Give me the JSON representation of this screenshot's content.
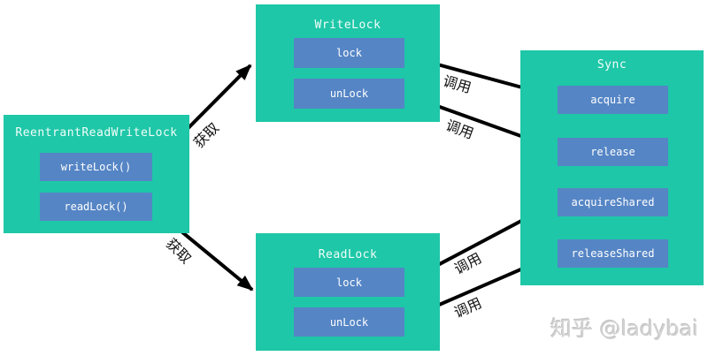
{
  "diagram": {
    "boxes": {
      "reentrant": {
        "title": "ReentrantReadWriteLock",
        "methods": [
          "writeLock()",
          "readLock()"
        ]
      },
      "writelock": {
        "title": "WriteLock",
        "methods": [
          "lock",
          "unLock"
        ]
      },
      "readlock": {
        "title": "ReadLock",
        "methods": [
          "lock",
          "unLock"
        ]
      },
      "sync": {
        "title": "Sync",
        "methods": [
          "acquire",
          "release",
          "acquireShared",
          "releaseShared"
        ]
      }
    },
    "edges": [
      {
        "from": "ReentrantReadWriteLock.writeLock()",
        "to": "WriteLock",
        "label": "获取"
      },
      {
        "from": "ReentrantReadWriteLock.readLock()",
        "to": "ReadLock",
        "label": "获取"
      },
      {
        "from": "WriteLock.lock",
        "to": "Sync.acquire",
        "label": "调用"
      },
      {
        "from": "WriteLock.unLock",
        "to": "Sync.release",
        "label": "调用"
      },
      {
        "from": "ReadLock.lock",
        "to": "Sync.acquireShared",
        "label": "调用"
      },
      {
        "from": "ReadLock.unLock",
        "to": "Sync.releaseShared",
        "label": "调用"
      }
    ],
    "colors": {
      "panel_bg": "#1EC7A7",
      "method_bg": "#5585C5",
      "arrow": "#000000",
      "panel_text": "#FFFFFF",
      "watermark_text": "#D2D2D2"
    }
  },
  "watermark": {
    "text": "知乎 @ladybai"
  }
}
